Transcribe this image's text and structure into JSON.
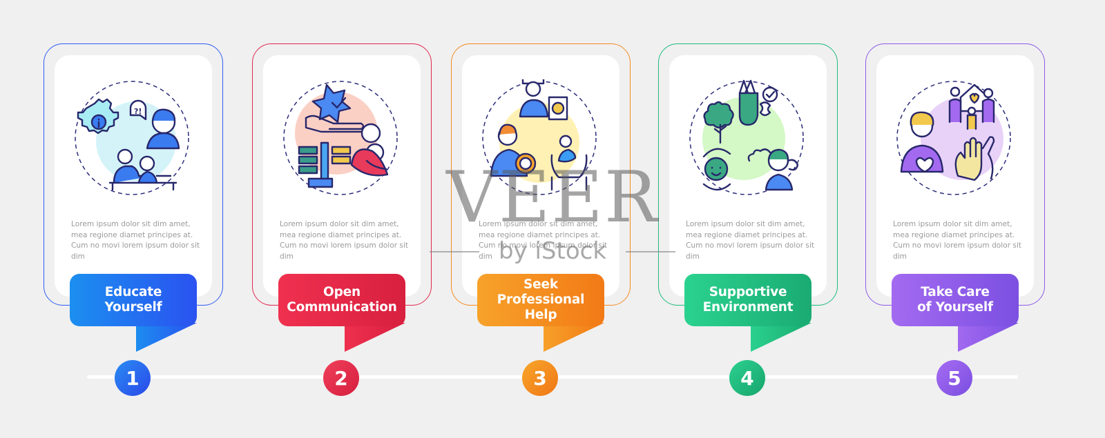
{
  "steps": [
    {
      "number": "1",
      "title": "Educate\nYourself",
      "body": "Lorem ipsum dolor sit dim amet, mea regione diamet principes at. Cum no movi lorem ipsum dolor sit dim",
      "color": "#2f5cf2",
      "gradient": [
        "#1c8ff0",
        "#2a52f0"
      ],
      "icon": "education-icon"
    },
    {
      "number": "2",
      "title": "Open\nCommunication",
      "body": "Lorem ipsum dolor sit dim amet, mea regione diamet principes at. Cum no movi lorem ipsum dolor sit dim",
      "color": "#e0284e",
      "gradient": [
        "#f0304f",
        "#d8203f"
      ],
      "icon": "communication-icon"
    },
    {
      "number": "3",
      "title": "Seek\nProfessional\nHelp",
      "body": "Lorem ipsum dolor sit dim amet, mea regione diamet principes at. Cum no movi lorem ipsum dolor sit dim",
      "color": "#f58a1f",
      "gradient": [
        "#f7a22a",
        "#f27a16"
      ],
      "icon": "professional-help-icon"
    },
    {
      "number": "4",
      "title": "Supportive\nEnvironment",
      "body": "Lorem ipsum dolor sit dim amet, mea regione diamet principes at. Cum no movi lorem ipsum dolor sit dim",
      "color": "#20b97d",
      "gradient": [
        "#2bd28f",
        "#1aab72"
      ],
      "icon": "environment-icon"
    },
    {
      "number": "5",
      "title": "Take Care\nof Yourself",
      "body": "Lorem ipsum dolor sit dim amet, mea regione diamet principes at. Cum no movi lorem ipsum dolor sit dim",
      "color": "#8d5ae8",
      "gradient": [
        "#a36af0",
        "#7c50e2"
      ],
      "icon": "self-care-icon"
    }
  ],
  "watermark": {
    "title": "VEER",
    "subtitle": "by iStock"
  }
}
